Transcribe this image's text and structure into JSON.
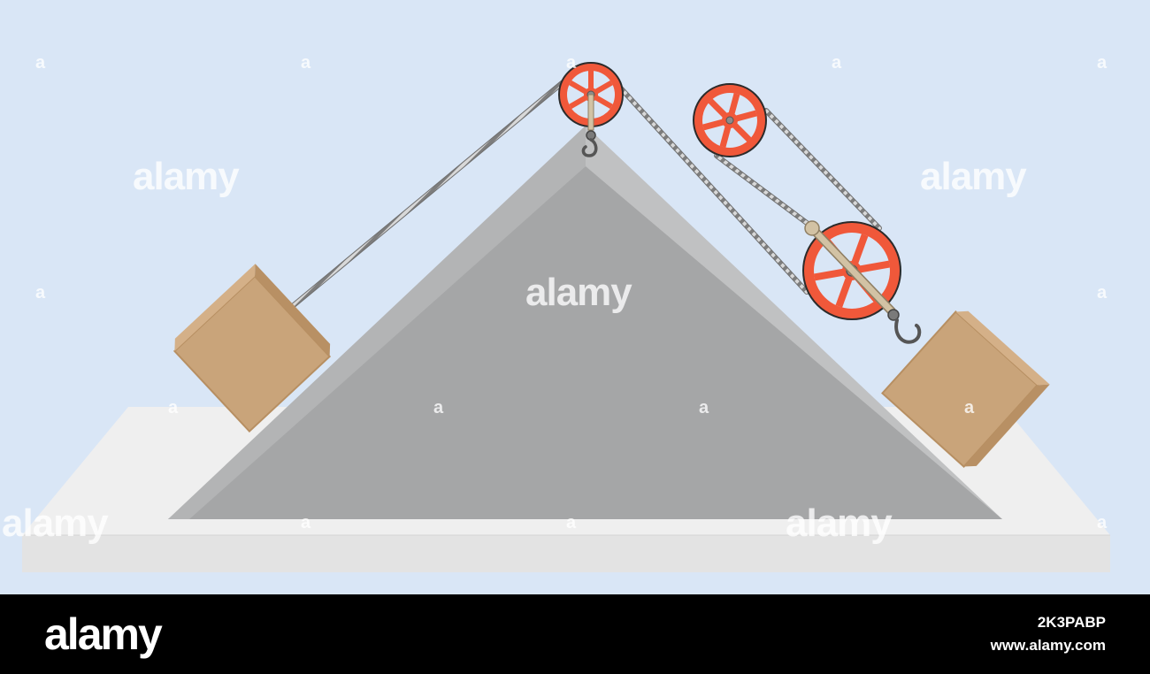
{
  "watermark": {
    "text": "alamy",
    "small_text": "a"
  },
  "footer": {
    "logo": "alamy",
    "image_id": "2K3PABP",
    "site": "www.alamy.com"
  },
  "colors": {
    "sky": "#d9e6f6",
    "base": "#f0f0f0",
    "prism_face": "#a5a6a7",
    "prism_edge": "#bfc0c1",
    "box": "#c9a47a",
    "pulley": "#f0583a",
    "rope": "#8a8a8a",
    "footer": "#000000"
  },
  "icons": [
    "pulley-icon",
    "hook-icon",
    "box-icon",
    "rope-icon"
  ]
}
